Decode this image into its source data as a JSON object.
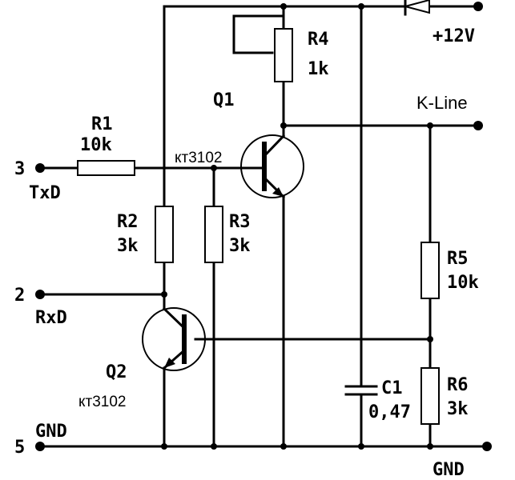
{
  "components": {
    "r1": {
      "name": "R1",
      "value": "10k"
    },
    "r2": {
      "name": "R2",
      "value": "3k"
    },
    "r3": {
      "name": "R3",
      "value": "3k"
    },
    "r4": {
      "name": "R4",
      "value": "1k"
    },
    "r5": {
      "name": "R5",
      "value": "10k"
    },
    "r6": {
      "name": "R6",
      "value": "3k"
    },
    "c1": {
      "name": "C1",
      "value": "0,47"
    },
    "q1": {
      "name": "Q1",
      "part": "кт3102"
    },
    "q2": {
      "name": "Q2",
      "part": "кт3102"
    }
  },
  "terminals": {
    "supply": "+12V",
    "kline": "K-Line",
    "pin3": {
      "number": "3",
      "signal": "TxD"
    },
    "pin2": {
      "number": "2",
      "signal": "RxD"
    },
    "pin5": {
      "number": "5",
      "signal": "GND"
    },
    "gnd_right": "GND"
  }
}
